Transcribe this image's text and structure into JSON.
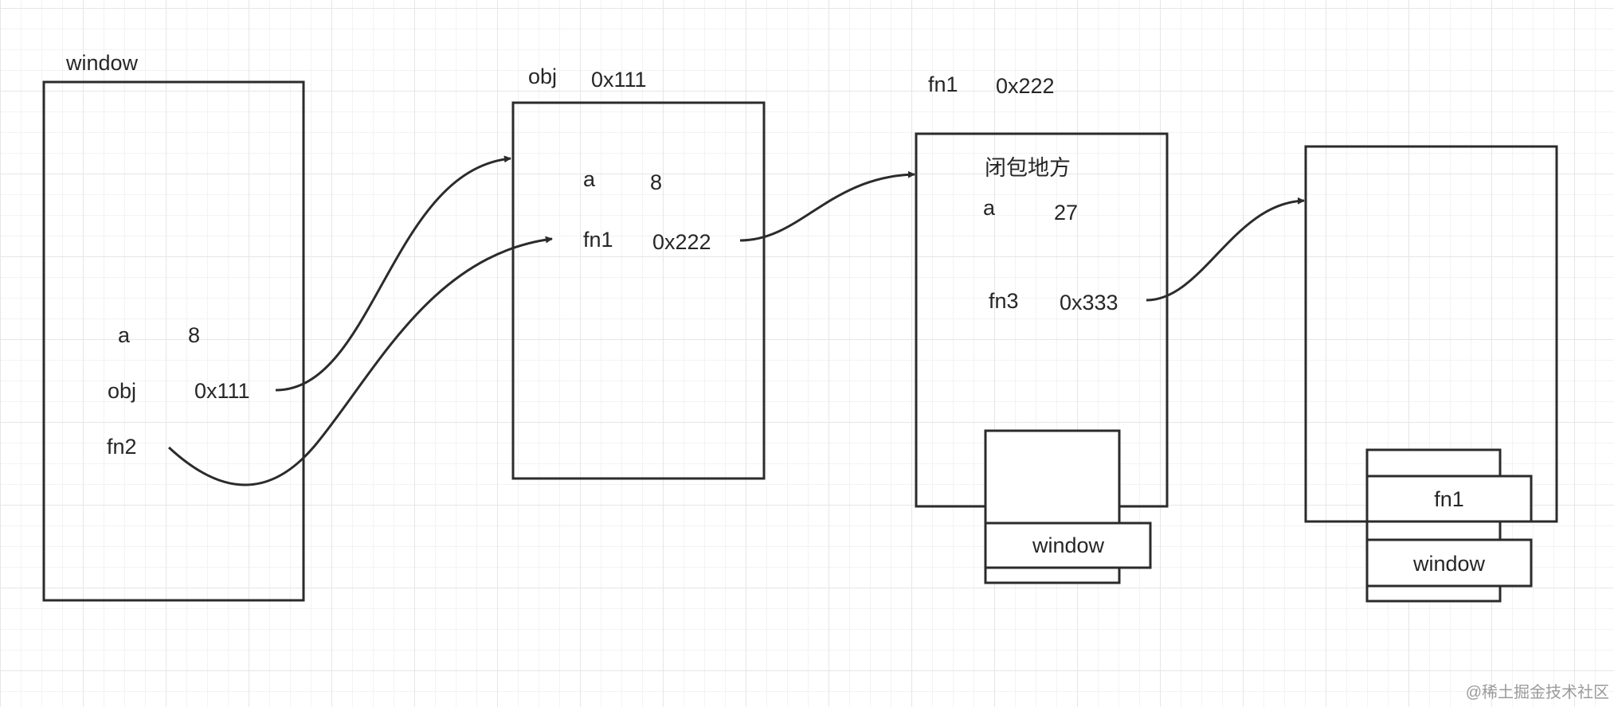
{
  "colors": {
    "stroke": "#2b2b2b",
    "text": "#262626",
    "grid": "#e6e6e6"
  },
  "blocks": {
    "window": {
      "title": "window",
      "rows": [
        {
          "key": "a",
          "value": "8"
        },
        {
          "key": "obj",
          "value": "0x111"
        },
        {
          "key": "fn2",
          "value": ""
        }
      ]
    },
    "obj": {
      "title": "obj",
      "address": "0x111",
      "rows": [
        {
          "key": "a",
          "value": "8"
        },
        {
          "key": "fn1",
          "value": "0x222"
        }
      ]
    },
    "fn1": {
      "title": "fn1",
      "address": "0x222",
      "closure_label": "闭包地方",
      "rows": [
        {
          "key": "a",
          "value": "27"
        },
        {
          "key": "fn3",
          "value": "0x333"
        }
      ],
      "scope_stack": [
        "window"
      ]
    },
    "fn3": {
      "scope_stack": [
        "fn1",
        "window"
      ]
    }
  },
  "watermark": "@稀土掘金技术社区"
}
